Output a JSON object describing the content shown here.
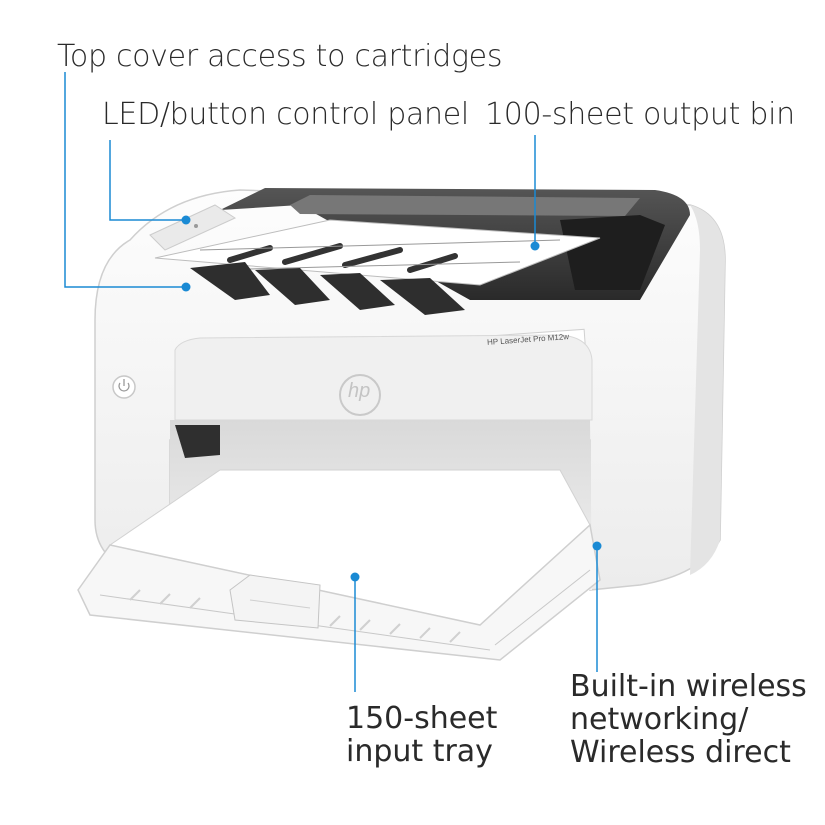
{
  "callouts": {
    "top_cover": "Top cover access to cartridges",
    "control_panel": "LED/button control panel",
    "output_bin": "100-sheet output bin",
    "input_tray": [
      "150-sheet",
      "input tray"
    ],
    "wireless": [
      "Built-in wireless",
      "networking/",
      "Wireless direct"
    ]
  },
  "printer": {
    "model_label": "HP LaserJet Pro M12w",
    "brand_logo": "hp"
  },
  "colors": {
    "callout_blue": "#1a8ad4",
    "body_white": "#f6f6f6",
    "dark_grey": "#3b3b3b"
  }
}
